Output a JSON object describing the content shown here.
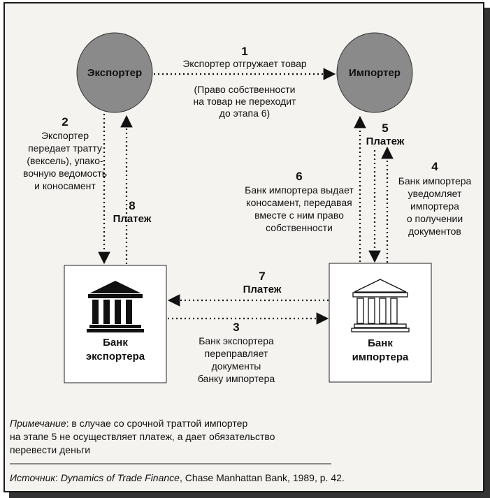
{
  "nodes": {
    "exporter": "Экспортер",
    "importer": "Импортер",
    "exporter_bank": [
      "Банк",
      "экспортера"
    ],
    "importer_bank": [
      "Банк",
      "импортера"
    ]
  },
  "steps": {
    "s1": {
      "num": "1",
      "lines": [
        "Экспортер отгружает товар"
      ],
      "note": [
        "(Право собственности",
        "на товар не переходит",
        "до этапа 6)"
      ]
    },
    "s2": {
      "num": "2",
      "lines": [
        "Экспортер",
        "передает тратту",
        "(вексель), упако-",
        "вочную ведомость",
        "и коносамент"
      ]
    },
    "s3": {
      "num": "3",
      "lines": [
        "Банк экспортера",
        "переправляет",
        "документы",
        "банку импортера"
      ]
    },
    "s4": {
      "num": "4",
      "lines": [
        "Банк импортера",
        "уведомляет",
        "импортера",
        "о получении",
        "документов"
      ]
    },
    "s5": {
      "num": "5",
      "label": "Платеж"
    },
    "s6": {
      "num": "6",
      "lines": [
        "Банк импортера выдает",
        "коносамент, передавая",
        "вместе с ним право",
        "собственности"
      ]
    },
    "s7": {
      "num": "7",
      "label": "Платеж"
    },
    "s8": {
      "num": "8",
      "label": "Платеж"
    }
  },
  "footer": {
    "note_label": "Примечание",
    "note_lines": [
      ": в случае со срочной траттой импортер",
      "на этапе 5 не осуществляет платеж, а дает обязательство",
      "перевести деньги"
    ],
    "source_label": "Источник",
    "source_title": "Dynamics of Trade Finance",
    "source_rest": ", Chase Manhattan Bank, 1989, p. 42."
  },
  "colors": {
    "node_fill": "#8a8a8a",
    "line": "#111111",
    "box_fill": "#ffffff"
  }
}
